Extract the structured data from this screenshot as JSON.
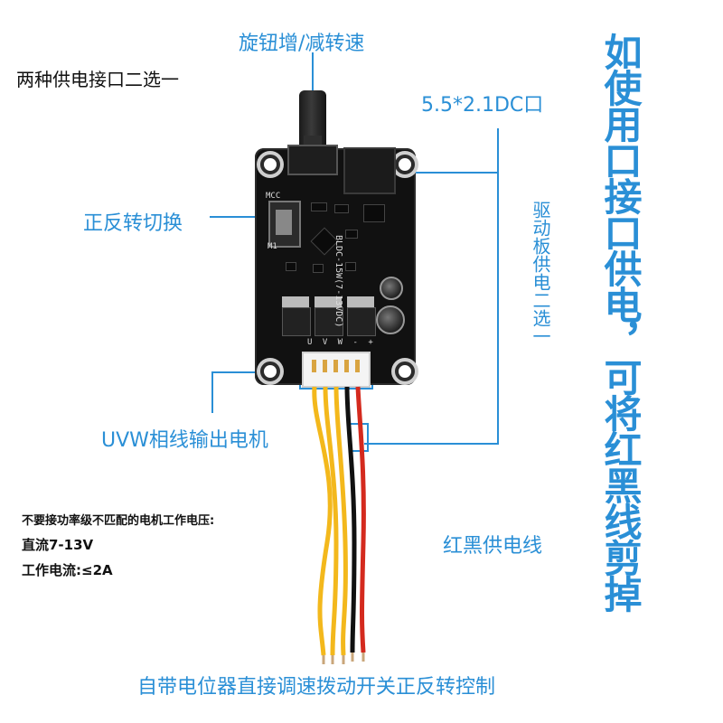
{
  "labels": {
    "knob_label": "旋钮增/减转速",
    "supply_choice_label": "两种供电接口二选一",
    "dc_jack_label": "5.5*2.1DC口",
    "direction_switch_label": "正反转切换",
    "uvw_label": "UVW相线输出电机",
    "red_black_label": "红黑供电线",
    "driver_supply_vertical": "驱动板供电二选一",
    "big_vertical": "如使用口接口供电，可将红黑线剪掉",
    "bottom_caption": "自带电位器直接调速拨动开关正反转控制"
  },
  "warnings": {
    "line1": "不要接功率级不匹配的电机工作电压:",
    "line2": "直流7-13V",
    "line3": "工作电流:≤2A"
  },
  "board": {
    "model_text": "BLDC-15W(7-13VDC)",
    "switch_top": "MCC",
    "switch_bottom": "M1",
    "connector_pins": "U V W - +"
  },
  "wire_colors": [
    "#f3b81c",
    "#f3b81c",
    "#f3b81c",
    "#111111",
    "#d42a1e"
  ],
  "accent_color": "#2a8fd6"
}
